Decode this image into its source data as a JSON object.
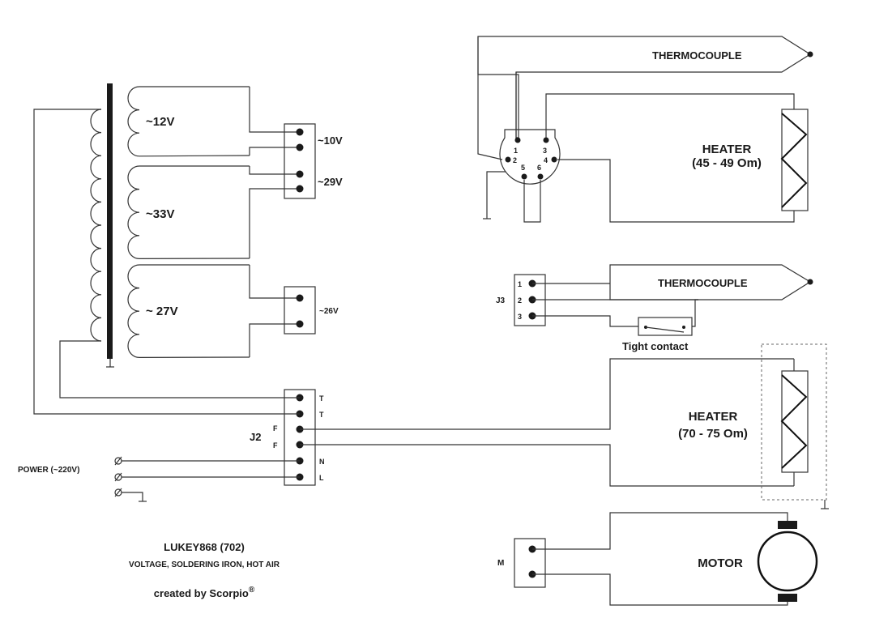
{
  "transformer": {
    "secondary_1": "~12V",
    "secondary_2": "~33V",
    "secondary_3": "~ 27V"
  },
  "connectors": {
    "out_10v": "~10V",
    "out_29v": "~29V",
    "out_26v": "~26V",
    "j2": "J2",
    "j3": "J3",
    "m": "M",
    "j2_pins": [
      "T",
      "T",
      "F",
      "F",
      "N",
      "L"
    ],
    "j3_pins": [
      "1",
      "2",
      "3"
    ]
  },
  "power": {
    "label": "POWER (~220V)"
  },
  "iron": {
    "thermocouple": "THERMOCOUPLE",
    "heater_title": "HEATER",
    "heater_value": "(45 - 49 Om)",
    "din_pins": [
      "1",
      "2",
      "3",
      "4",
      "5",
      "6"
    ]
  },
  "hot_air": {
    "thermocouple": "THERMOCOUPLE",
    "reed": "Tight contact",
    "heater_title": "HEATER",
    "heater_value": "(70 - 75 Om)",
    "motor": "MOTOR"
  },
  "caption": {
    "title": "LUKEY868 (702)",
    "subtitle": "VOLTAGE, SOLDERING IRON, HOT AIR",
    "author": "created by Scorpio",
    "registered": "®"
  }
}
